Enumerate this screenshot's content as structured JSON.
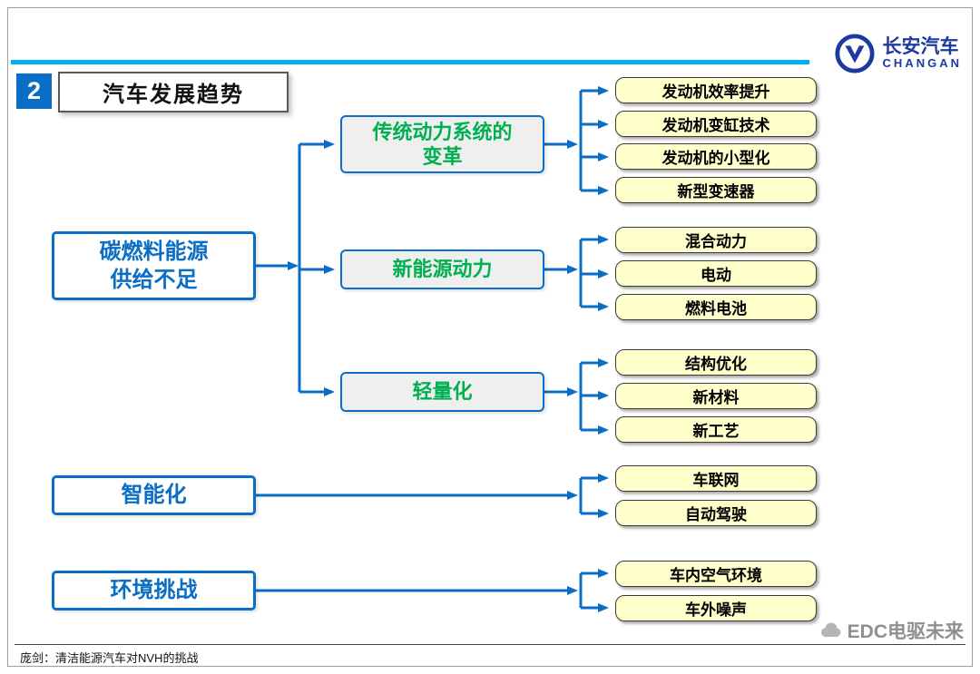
{
  "header": {
    "page_number": "2",
    "title": "汽车发展趋势",
    "logo_cn": "长安汽车",
    "logo_en": "CHANGAN"
  },
  "diagram": {
    "left_nodes": [
      {
        "label": "碳燃料能源\n供给不足"
      },
      {
        "label": "智能化"
      },
      {
        "label": "环境挑战"
      }
    ],
    "mid_nodes": [
      {
        "label": "传统动力系统的\n变革"
      },
      {
        "label": "新能源动力"
      },
      {
        "label": "轻量化"
      }
    ],
    "groups": [
      {
        "parent": "传统动力系统的变革",
        "items": [
          "发动机效率提升",
          "发动机变缸技术",
          "发动机的小型化",
          "新型变速器"
        ]
      },
      {
        "parent": "新能源动力",
        "items": [
          "混合动力",
          "电动",
          "燃料电池"
        ]
      },
      {
        "parent": "轻量化",
        "items": [
          "结构优化",
          "新材料",
          "新工艺"
        ]
      },
      {
        "parent": "智能化",
        "items": [
          "车联网",
          "自动驾驶"
        ]
      },
      {
        "parent": "环境挑战",
        "items": [
          "车内空气环境",
          "车外噪声"
        ]
      }
    ]
  },
  "footer": {
    "note": "庞剑：清洁能源汽车对NVH的挑战",
    "watermark": "EDC电驱未来"
  },
  "colors": {
    "accent_blue": "#0b6ec6",
    "accent_cyan": "#00B0F0",
    "green_text": "#00B050",
    "leaf_fill": "#FFFFCC",
    "logo_blue": "#1e3a9f"
  }
}
